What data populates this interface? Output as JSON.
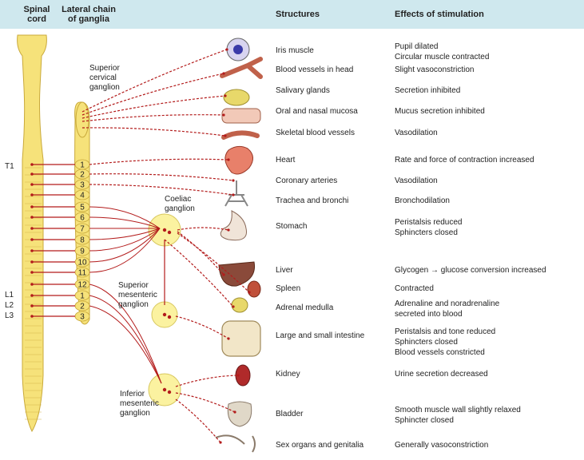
{
  "header": {
    "spinal_cord": "Spinal cord",
    "lateral_chain": "Lateral chain of ganglia",
    "structures": "Structures",
    "effects": "Effects of stimulation"
  },
  "ganglia": {
    "superior_cervical": "Superior cervical ganglion",
    "coeliac": "Coeliac ganglion",
    "superior_mesenteric": "Superior mesenteric ganglion",
    "inferior_mesenteric": "Inferior mesenteric ganglion"
  },
  "spine_labels": [
    "T1",
    "L1",
    "L2",
    "L3"
  ],
  "chain_numbers": [
    "1",
    "2",
    "3",
    "4",
    "5",
    "6",
    "7",
    "8",
    "9",
    "10",
    "11",
    "12",
    "1",
    "2",
    "3"
  ],
  "rows": [
    {
      "structure": "Iris muscle",
      "effect": [
        "Pupil dilated",
        "Circular muscle contracted"
      ]
    },
    {
      "structure": "Blood vessels in head",
      "effect": [
        "Slight vasoconstriction"
      ]
    },
    {
      "structure": "Salivary glands",
      "effect": [
        "Secretion inhibited"
      ]
    },
    {
      "structure": "Oral and nasal mucosa",
      "effect": [
        "Mucus secretion inhibited"
      ]
    },
    {
      "structure": "Skeletal blood vessels",
      "effect": [
        "Vasodilation"
      ]
    },
    {
      "structure": "Heart",
      "effect": [
        "Rate and force of contraction increased"
      ]
    },
    {
      "structure": "Coronary arteries",
      "effect": [
        "Vasodilation"
      ]
    },
    {
      "structure": "Trachea and bronchi",
      "effect": [
        "Bronchodilation"
      ]
    },
    {
      "structure": "Stomach",
      "effect": [
        "Peristalsis reduced",
        "Sphincters closed"
      ]
    },
    {
      "structure": "Liver",
      "effect": [
        "Glycogen → glucose conversion increased"
      ]
    },
    {
      "structure": "Spleen",
      "effect": [
        "Contracted"
      ]
    },
    {
      "structure": "Adrenal medulla",
      "effect": [
        "Adrenaline and noradrenaline",
        "secreted into blood"
      ]
    },
    {
      "structure": "Large and small intestine",
      "effect": [
        "Peristalsis and tone reduced",
        "Sphincters closed",
        "Blood vessels constricted"
      ]
    },
    {
      "structure": "Kidney",
      "effect": [
        "Urine secretion decreased"
      ]
    },
    {
      "structure": "Bladder",
      "effect": [
        "Smooth muscle wall slightly relaxed",
        "Sphincter closed"
      ]
    },
    {
      "structure": "Sex organs and genitalia",
      "effect": [
        "Generally vasoconstriction"
      ]
    }
  ],
  "colors": {
    "header_bg": "#cfe8ee",
    "spine": "#f6e27a",
    "ganglion": "#fbf2a0",
    "nerve": "#b31b1b"
  }
}
